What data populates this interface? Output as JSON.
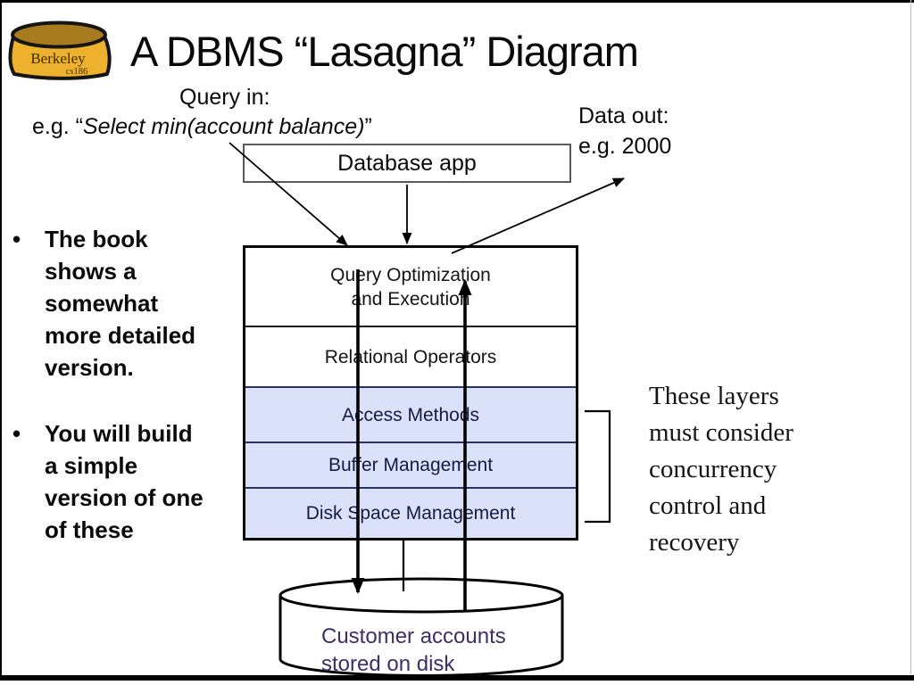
{
  "title": "A DBMS “Lasagna” Diagram",
  "logo": {
    "line1": "Berkeley",
    "line2": "cs186"
  },
  "annotations": {
    "query_in_label": "Query in:",
    "query_example_prefix": "e.g. “",
    "query_example_italic": "Select min(account balance)",
    "query_example_suffix": "”",
    "data_out_label": "Data out:",
    "data_out_example": "e.g. 2000"
  },
  "app_box": {
    "label": "Database app"
  },
  "bullets": [
    {
      "lines": [
        "The book",
        "shows a",
        "somewhat",
        "more detailed",
        "version."
      ]
    },
    {
      "lines": [
        "You will build",
        "a simple",
        "version of one",
        "of these"
      ]
    }
  ],
  "stack": {
    "layers": [
      {
        "lines": [
          "Query Optimization",
          "and Execution"
        ],
        "highlighted": false
      },
      {
        "lines": [
          "Relational Operators"
        ],
        "highlighted": false
      },
      {
        "lines": [
          "Access Methods"
        ],
        "highlighted": true
      },
      {
        "lines": [
          "Buffer Management"
        ],
        "highlighted": true
      },
      {
        "lines": [
          "Disk Space Management"
        ],
        "highlighted": true
      }
    ]
  },
  "side_note": {
    "lines": [
      "These layers",
      "must consider",
      "concurrency",
      "control and",
      "recovery"
    ]
  },
  "disk": {
    "lines": [
      "Customer accounts",
      "stored on disk"
    ]
  },
  "colors": {
    "highlight_fill": "#dbe1f8",
    "highlight_text": "#121c45",
    "disk_text": "#3c2f66",
    "pan_side": "#eeb12d",
    "pan_top": "#a87c1e",
    "outline": "#000000"
  }
}
